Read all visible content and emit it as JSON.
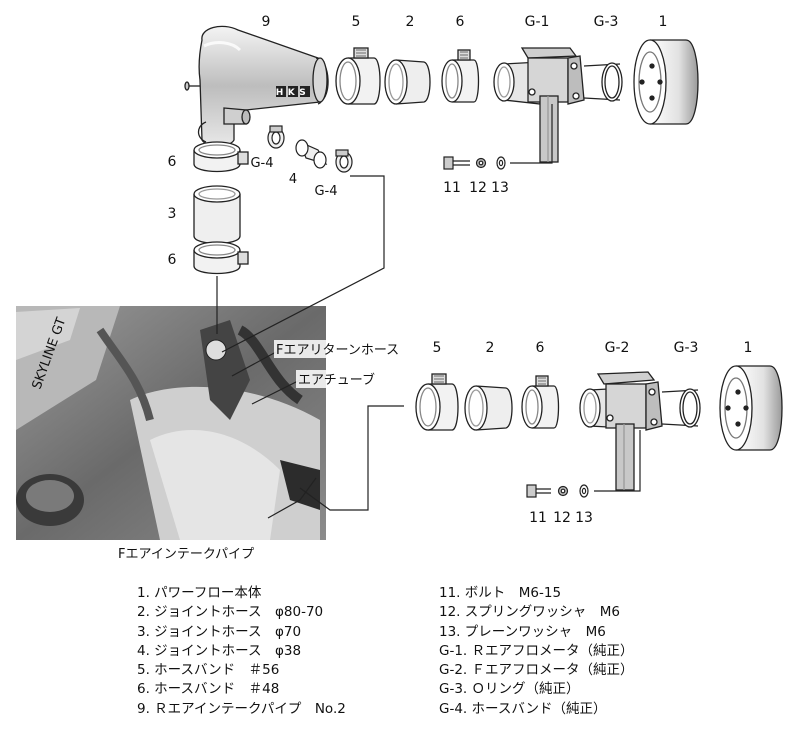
{
  "part_numbers": {
    "top": [
      "9",
      "5",
      "2",
      "6",
      "G-1",
      "G-3",
      "1"
    ],
    "middle": [
      "5",
      "2",
      "6",
      "G-2",
      "G-3",
      "1"
    ],
    "left_stack": [
      "6",
      "3",
      "6"
    ],
    "small": [
      "G-4",
      "4",
      "G-4"
    ],
    "hardware_top": [
      "11",
      "12",
      "13"
    ],
    "hardware_mid": [
      "11",
      "12",
      "13"
    ]
  },
  "logo_text": "HKS",
  "photo_labels": {
    "return_hose": "Fエアリターンホース",
    "air_tube": "エアチューブ",
    "intake_pipe": "Fエアインテークパイプ",
    "badge": "SKYLINE GT"
  },
  "legend_left": [
    "1. パワーフロー本体",
    "2. ジョイントホース　φ80-70",
    "3. ジョイントホース　φ70",
    "4. ジョイントホース　φ38",
    "5. ホースバンド　＃56",
    "6. ホースバンド　＃48",
    "9. Ｒエアインテークパイプ　No.2"
  ],
  "legend_right": [
    "11. ボルト　M6-15",
    "12. スプリングワッシャ　M6",
    "13. プレーンワッシャ　M6",
    "G-1. Ｒエアフロメータ（純正）",
    "G-2. Ｆエアフロメータ（純正）",
    "G-3. Ｏリング（純正）",
    "G-4. ホースバンド（純正）"
  ]
}
